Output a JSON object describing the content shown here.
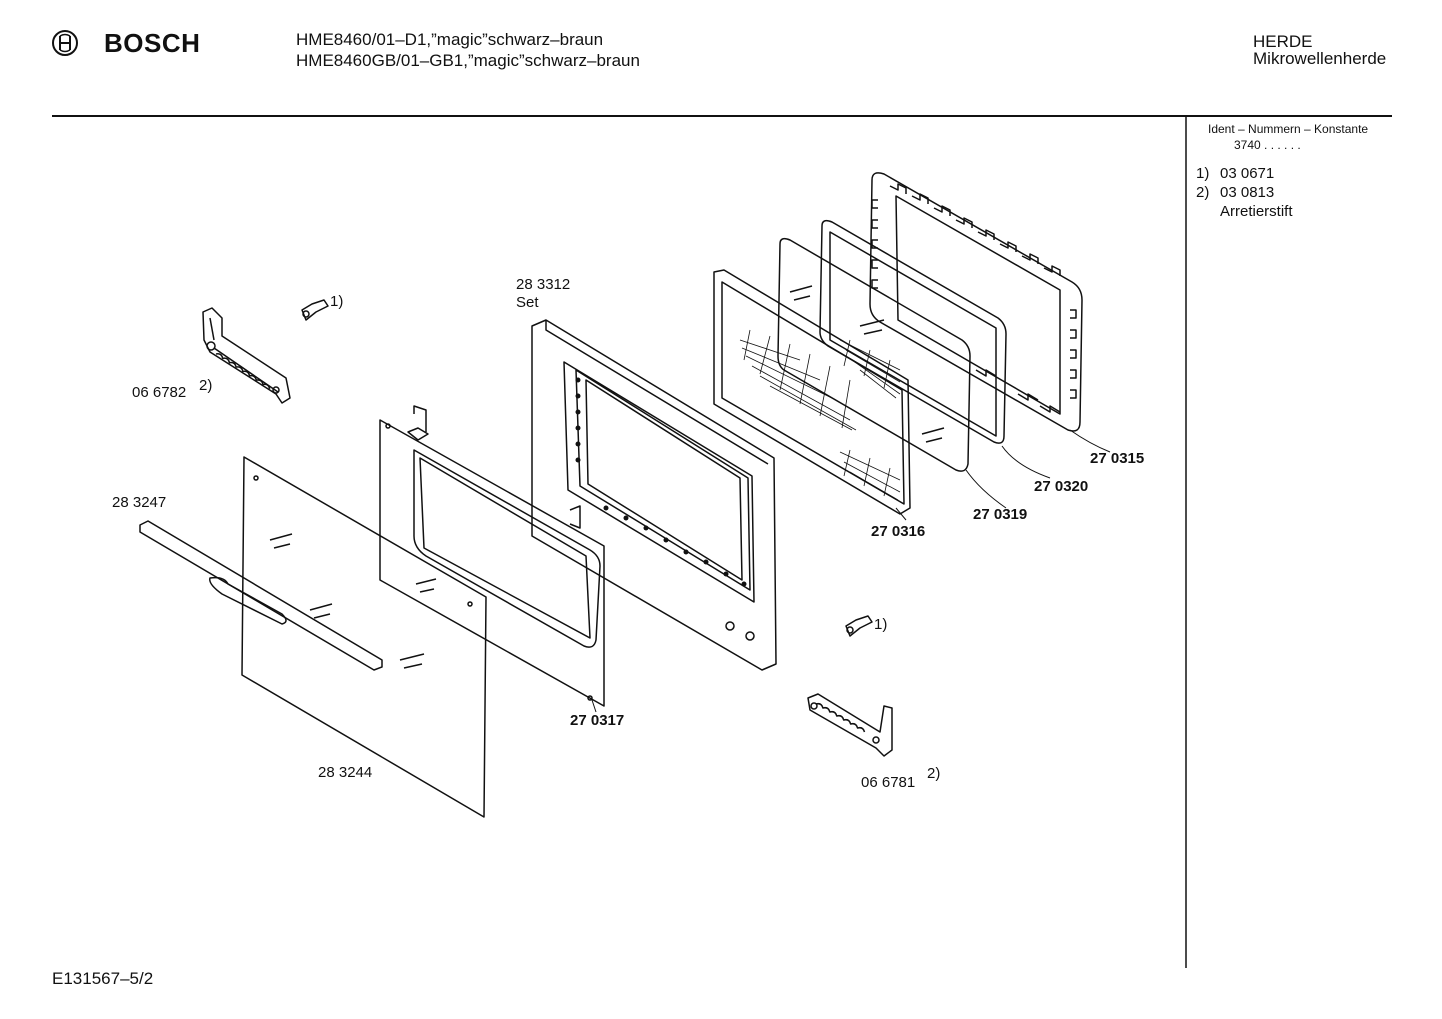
{
  "header": {
    "brand": "BOSCH",
    "model_line_1": "HME8460/01–D1,”magic”schwarz–braun",
    "model_line_2": "HME8460GB/01–GB1,”magic”schwarz–braun",
    "category": "HERDE",
    "subcategory": "Mikrowellenherde"
  },
  "sidebar": {
    "ident_title": "Ident – Nummern – Konstante",
    "ident_value": "3740 . .   . . . .",
    "notes": [
      {
        "marker": "1)",
        "number": "03 0671"
      },
      {
        "marker": "2)",
        "number": "03 0813",
        "description": "Arretierstift"
      }
    ]
  },
  "parts": {
    "hinge_left": "06 6782",
    "hinge_left_ref": "2)",
    "clip_top_ref": "1)",
    "set_number": "28 3312",
    "set_label": "Set",
    "handle": "28 3247",
    "outer_glass": "28 3244",
    "inner_frame": "27 0317",
    "p_270316": "27 0316",
    "p_270319": "27 0319",
    "p_270320": "27 0320",
    "p_270315": "27 0315",
    "clip_bottom_ref": "1)",
    "hinge_right": "06 6781",
    "hinge_right_ref": "2)"
  },
  "footer": {
    "drawing_id": "E131567–5/2"
  }
}
